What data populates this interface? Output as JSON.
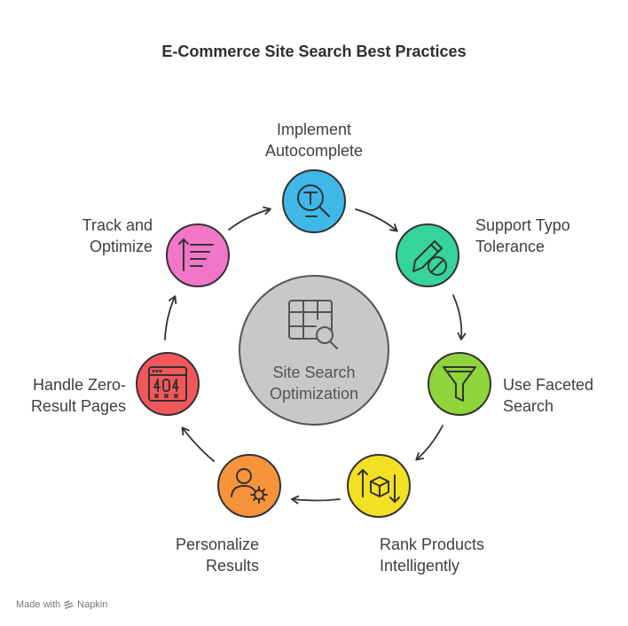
{
  "title": "E-Commerce Site Search Best Practices",
  "center": {
    "line1": "Site Search",
    "line2": "Optimization"
  },
  "steps": [
    {
      "line1": "Implement",
      "line2": "Autocomplete",
      "color": "#3fb8e8",
      "icon": "search-text-icon"
    },
    {
      "line1": "Support Typo",
      "line2": "Tolerance",
      "color": "#35d49a",
      "icon": "pencil-cancel-icon"
    },
    {
      "line1": "Use Faceted",
      "line2": "Search",
      "color": "#8fd43a",
      "icon": "funnel-icon"
    },
    {
      "line1": "Rank Products",
      "line2": "Intelligently",
      "color": "#f2e022",
      "icon": "sort-boxes-icon"
    },
    {
      "line1": "Personalize",
      "line2": "Results",
      "color": "#f7933a",
      "icon": "user-gear-icon"
    },
    {
      "line1": "Handle Zero-",
      "line2": "Result Pages",
      "color": "#f2575a",
      "icon": "browser-404-icon"
    },
    {
      "line1": "Track and",
      "line2": "Optimize",
      "color": "#f276c8",
      "icon": "sort-list-icon"
    }
  ],
  "footer": {
    "made_with": "Made with",
    "brand": "Napkin"
  }
}
